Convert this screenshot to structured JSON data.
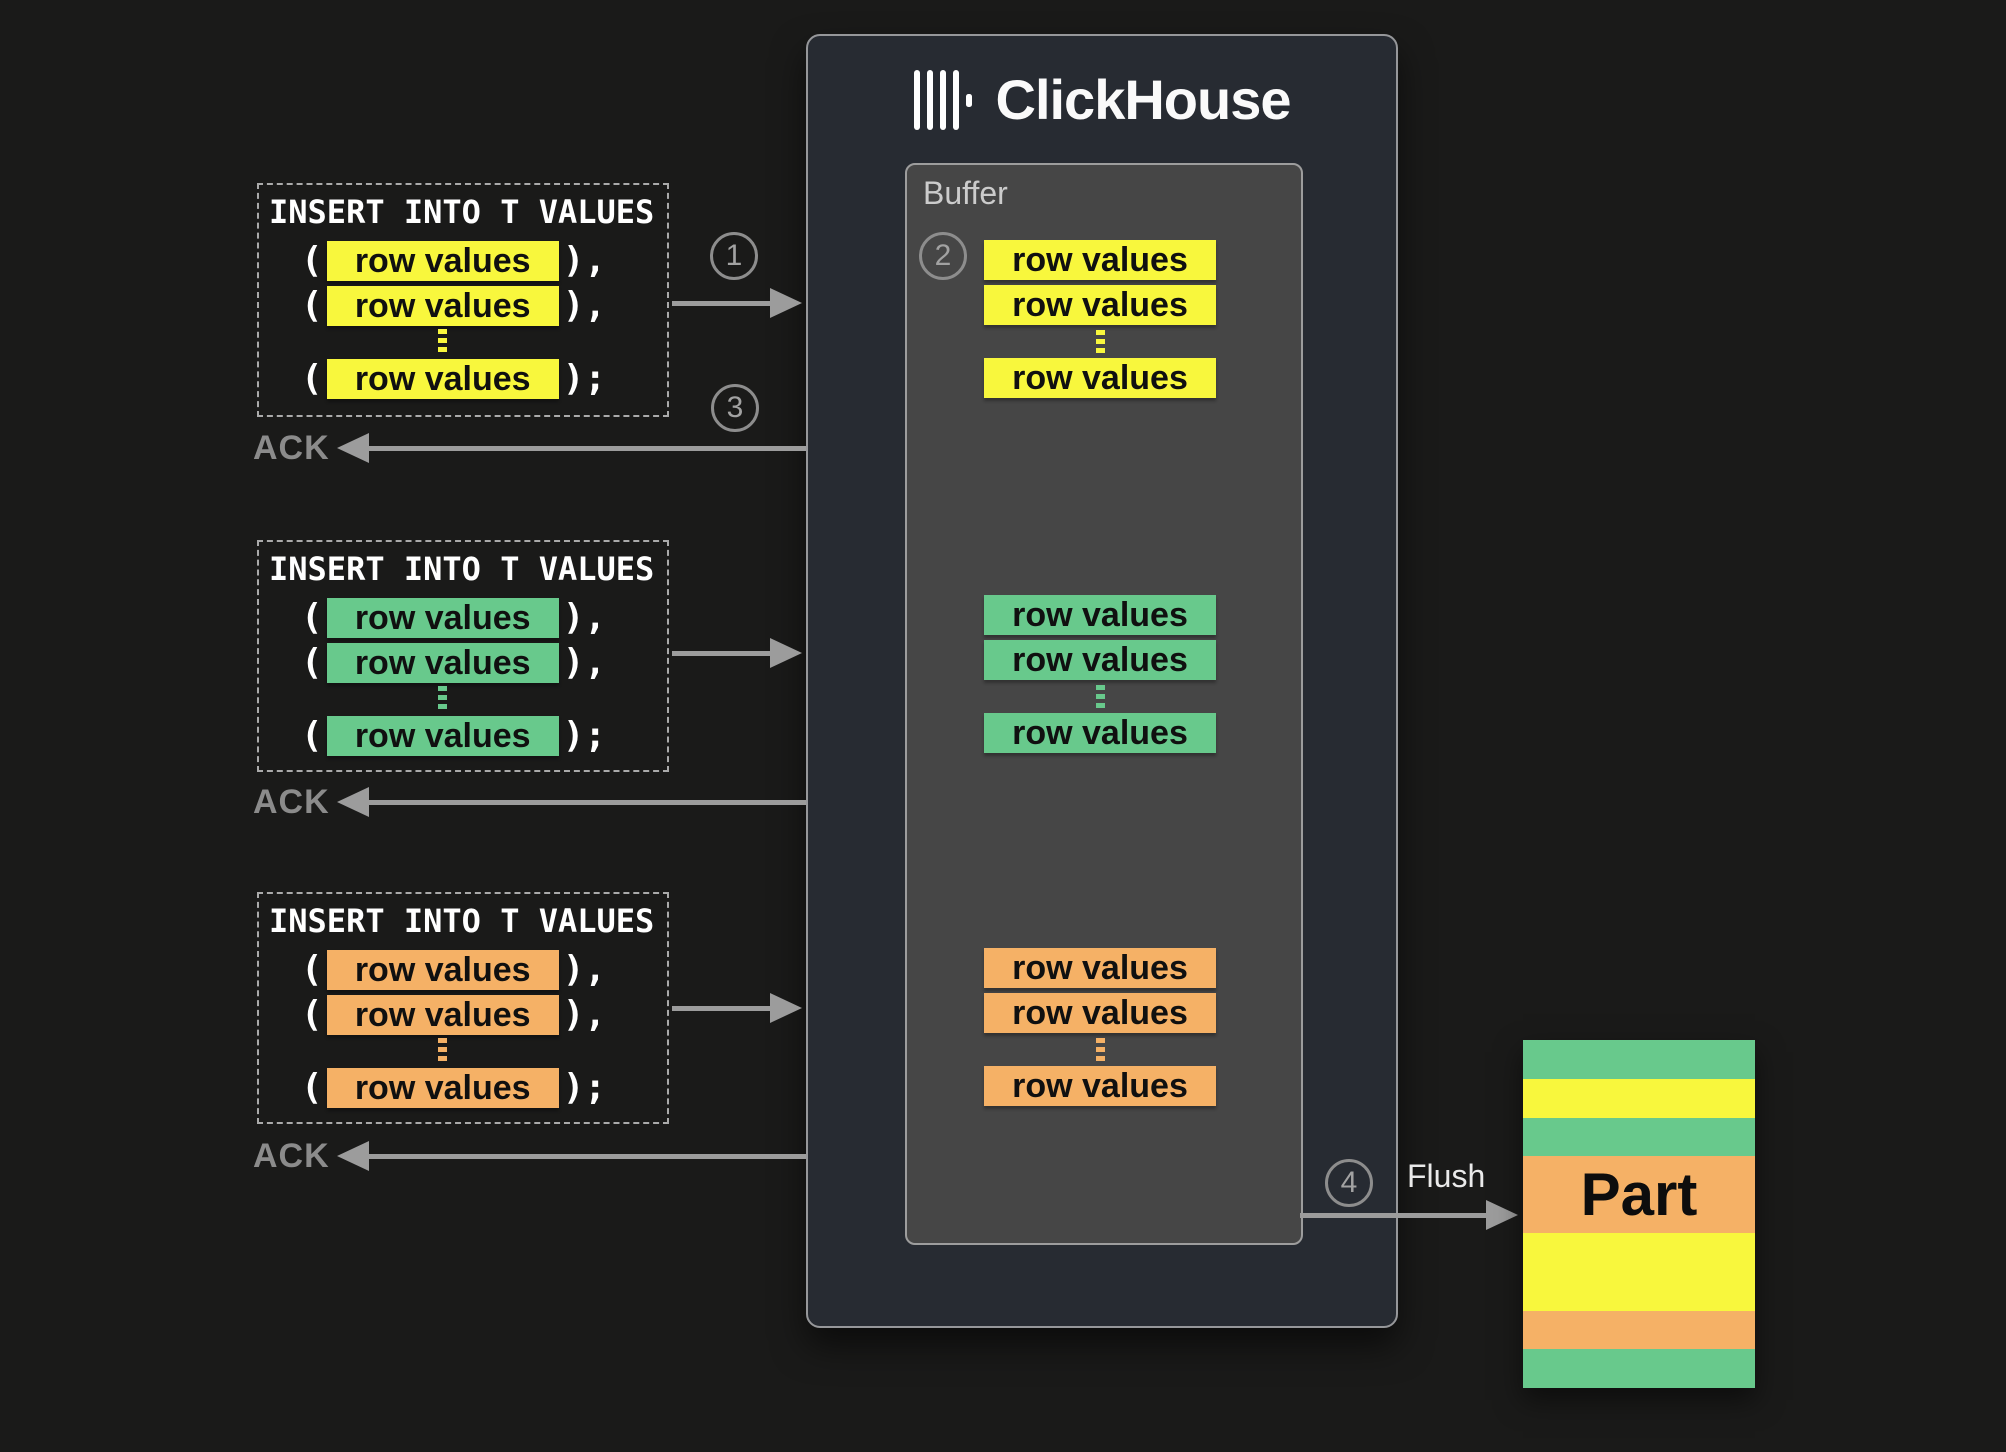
{
  "steps": [
    "1",
    "2",
    "3",
    "4"
  ],
  "ack_label": "ACK",
  "flush_label": "Flush",
  "punctuation": {
    "open": "(",
    "continue": "),",
    "end": ");"
  },
  "clickhouse": {
    "title": "ClickHouse",
    "buffer_label": "Buffer"
  },
  "colors": {
    "yellow": "#f8f73d",
    "green": "#68c98c",
    "orange": "#f5b166",
    "arrow_gray": "#9c9c9c",
    "server_box_fill": "#272b32",
    "buffer_box_fill": "#464646"
  },
  "inserts": [
    {
      "title": "INSERT INTO T VALUES",
      "color": "#f8f73d",
      "rows": [
        "row values",
        "row values",
        "row values"
      ]
    },
    {
      "title": "INSERT INTO T VALUES",
      "color": "#68c98c",
      "rows": [
        "row values",
        "row values",
        "row values"
      ]
    },
    {
      "title": "INSERT INTO T VALUES",
      "color": "#f5b166",
      "rows": [
        "row values",
        "row values",
        "row values"
      ]
    }
  ],
  "buffer_groups": [
    {
      "color": "#f8f73d",
      "rows": [
        "row values",
        "row values",
        "row values"
      ]
    },
    {
      "color": "#68c98c",
      "rows": [
        "row values",
        "row values",
        "row values"
      ]
    },
    {
      "color": "#f5b166",
      "rows": [
        "row values",
        "row values",
        "row values"
      ]
    }
  ],
  "part": {
    "label": "Part",
    "stripes": [
      "#68c98c",
      "#f8f73d",
      "#68c98c",
      "#f5b166",
      "#f8f73d",
      "#f5b166",
      "#68c98c"
    ]
  }
}
